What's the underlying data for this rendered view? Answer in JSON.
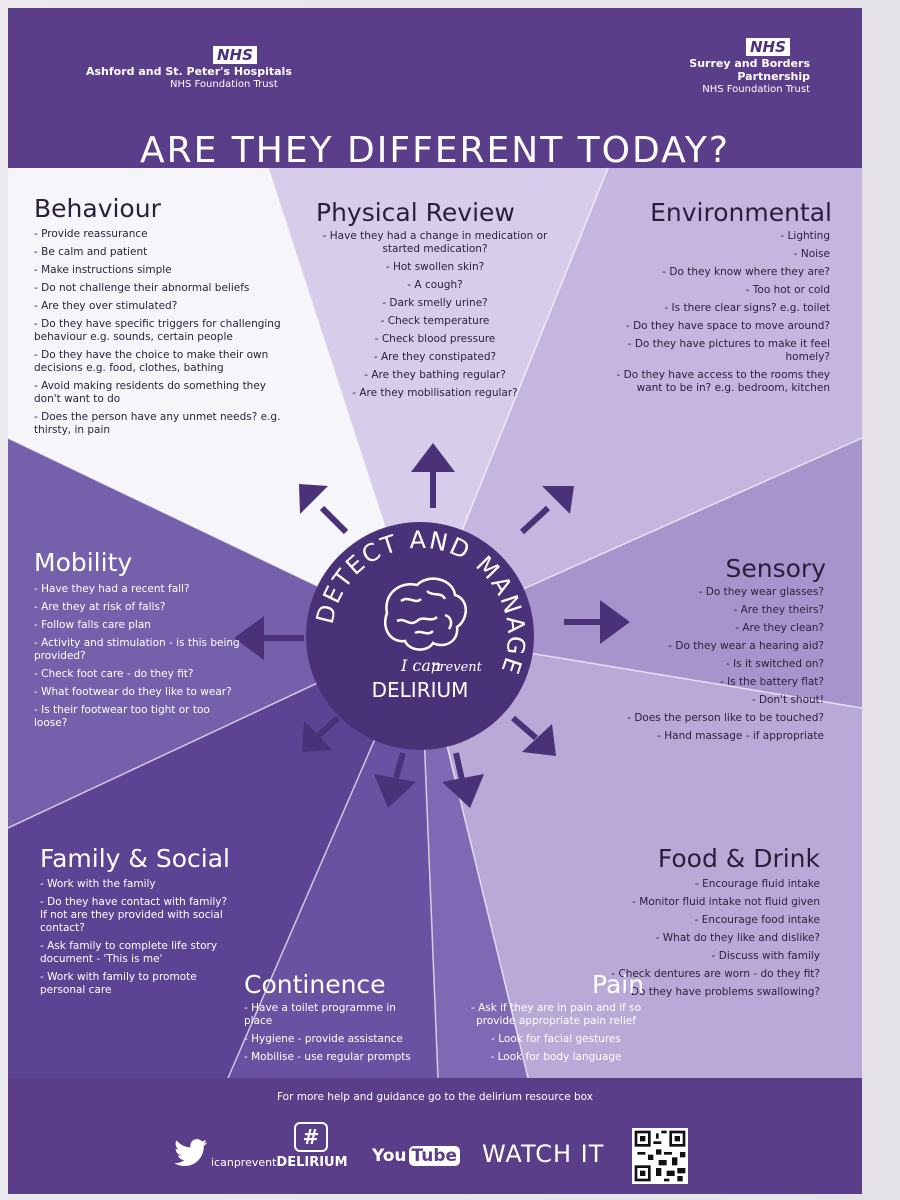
{
  "header": {
    "left_nhs": "NHS",
    "left_trust_name": "Ashford and St. Peter's Hospitals",
    "left_trust_sub": "NHS Foundation Trust",
    "right_nhs": "NHS",
    "right_trust_name_1": "Surrey and Borders",
    "right_trust_name_2": "Partnership",
    "right_trust_sub": "NHS Foundation Trust",
    "headline": "ARE THEY DIFFERENT TODAY?"
  },
  "sections": {
    "behaviour": {
      "title": "Behaviour",
      "items": [
        "- Provide reassurance",
        "- Be calm and patient",
        "- Make instructions simple",
        "- Do not challenge their abnormal beliefs",
        "- Are they over stimulated?",
        "- Do they have specific triggers for challenging behaviour e.g. sounds, certain people",
        "- Do they have the choice to make their own decisions e.g. food, clothes, bathing",
        "- Avoid making residents do something they don't want to do",
        "- Does the person have any unmet needs? e.g. thirsty, in pain"
      ]
    },
    "physical": {
      "title": "Physical Review",
      "items": [
        "- Have they had a change in medication or started medication?",
        "- Hot swollen skin?",
        "- A cough?",
        "- Dark smelly urine?",
        "- Check temperature",
        "- Check blood pressure",
        "- Are they constipated?",
        "- Are they bathing regular?",
        "- Are they mobilisation regular?"
      ]
    },
    "environmental": {
      "title": "Environmental",
      "items": [
        "- Lighting",
        "- Noise",
        "- Do they know where they are?",
        "- Too hot or cold",
        "- Is there clear signs? e.g. toilet",
        "- Do they have space to move around?",
        "- Do they have pictures to make it feel homely?",
        "- Do they have access to the rooms they want to be in? e.g. bedroom, kitchen"
      ]
    },
    "mobility": {
      "title": "Mobility",
      "items": [
        "- Have they had a recent fall?",
        "- Are they at risk of falls?",
        "- Follow falls care plan",
        "- Activity and stimulation - is this being provided?",
        "- Check foot care - do they fit?",
        "- What footwear do they like to wear?",
        "- Is their footwear too tight or too loose?"
      ]
    },
    "sensory": {
      "title": "Sensory",
      "items": [
        "- Do they wear glasses?",
        "- Are they theirs?",
        "- Are they clean?",
        "- Do they wear a hearing aid?",
        "- Is it switched on?",
        "- Is the battery flat?",
        "- Don't shout!",
        "- Does the person like to be touched?",
        "- Hand massage - if appropriate"
      ]
    },
    "family": {
      "title": "Family & Social",
      "items": [
        "- Work with the family",
        "- Do they have contact with family? If not are they provided with social contact?",
        "- Ask family to complete life story document - 'This is me'",
        "- Work with family to promote personal care"
      ]
    },
    "food": {
      "title": "Food & Drink",
      "items": [
        "- Encourage fluid intake",
        "- Monitor fluid intake not fluid given",
        "- Encourage food intake",
        "- What do they like and dislike?",
        "- Discuss with family",
        "- Check dentures are worn - do they fit?",
        "- Do they have problems swallowing?"
      ]
    },
    "continence": {
      "title": "Continence",
      "items": [
        "- Have a toilet programme in place",
        "- Hygiene - provide assistance",
        "- Mobilise - use regular prompts"
      ]
    },
    "pain": {
      "title": "Pain",
      "items": [
        "- Ask if they are in pain and if so provide appropriate pain relief",
        "- Look for facial gestures",
        "- Look for body language"
      ]
    }
  },
  "centre": {
    "ring_text": "DETECT AND MANAGE",
    "logo_line1": "I can",
    "logo_line2": "prevent",
    "logo_line3": "DELIRIUM"
  },
  "footer": {
    "guidance": "For more help and guidance go to the delirium resource box",
    "hashtag_icon": "#",
    "handle_prefix": "icanprevent",
    "handle_suffix": "DELIRIUM",
    "youtube_you": "You",
    "youtube_tube": "Tube",
    "watch": "WATCH IT"
  },
  "colors": {
    "poster_purple": "#5b3e8a",
    "light_lilac": "#c9bde2",
    "pale_lilac": "#ddd5ee",
    "white_panel": "#f7f6fa",
    "mid_purple": "#8e77bd",
    "deep_purple": "#4a3278"
  }
}
